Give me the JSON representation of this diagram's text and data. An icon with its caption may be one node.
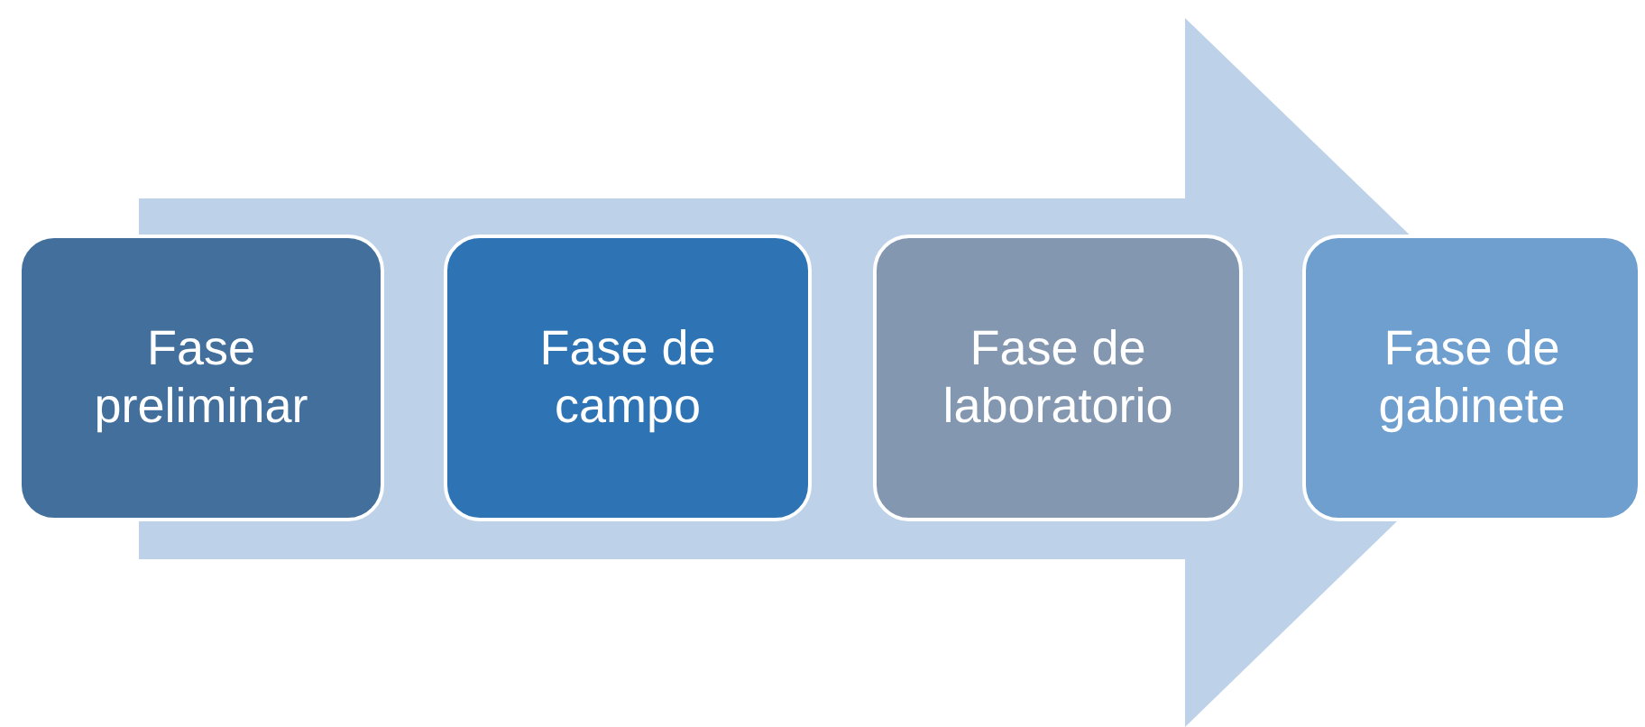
{
  "diagram": {
    "nodes": [
      {
        "text": [
          "Fase preliminar"
        ]
      },
      {
        "text": [
          "Fase de campo"
        ]
      },
      {
        "text": [
          "Fase de laboratorio"
        ]
      },
      {
        "text": [
          "Fase de gabinete"
        ]
      }
    ],
    "edges": [
      {
        "from": 0,
        "to": 3,
        "arrow": "to"
      }
    ]
  }
}
